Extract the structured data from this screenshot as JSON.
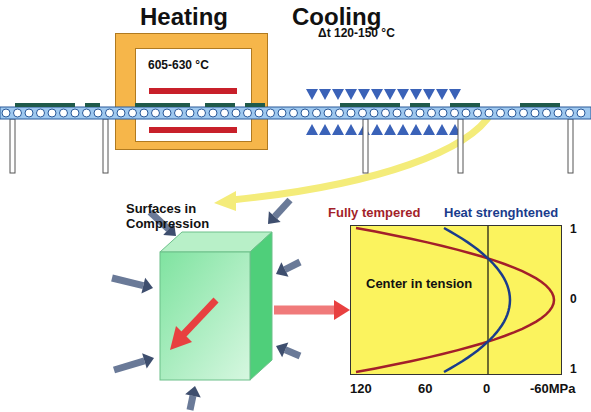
{
  "diagram": {
    "nodes": [
      {
        "text": [
          "Heating",
          "605-630 °C"
        ]
      },
      {
        "text": [
          "Surfaces in Compression"
        ]
      },
      {
        "text": [
          "Center in tension"
        ]
      }
    ],
    "edges": [
      {
        "from": 1,
        "to": 2,
        "arrow": "to"
      }
    ],
    "labels": [
      "Cooling",
      "Δt 120-150 °C",
      "Fully tempered",
      "Heat strenghtened",
      "1",
      "0",
      "1",
      "120",
      "60",
      "0",
      "-60MPa"
    ]
  }
}
